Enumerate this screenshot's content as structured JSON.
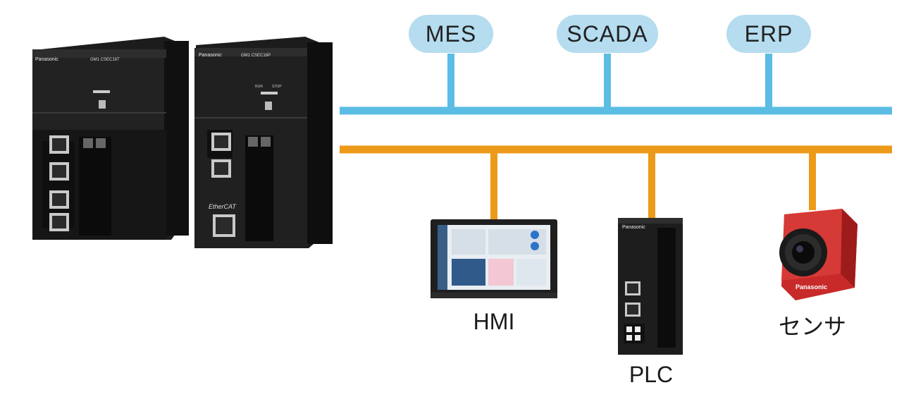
{
  "network": {
    "systems": [
      {
        "label": "MES"
      },
      {
        "label": "SCADA"
      },
      {
        "label": "ERP"
      }
    ],
    "devices": [
      {
        "label": "HMI"
      },
      {
        "label": "PLC"
      },
      {
        "label": "センサ"
      }
    ]
  },
  "hardware": {
    "brand": "Panasonic",
    "main_cpu_model": "GM1 CSEC16T",
    "second_cpu_model": "GM1 CSEC16P",
    "fieldbus_logo": "EtherCAT",
    "switch_run": "RUN",
    "switch_stop": "STOP"
  },
  "colors": {
    "upper_bus": "#5bbde4",
    "lower_bus": "#ec9a19",
    "pill_bg": "#b5dcef"
  }
}
